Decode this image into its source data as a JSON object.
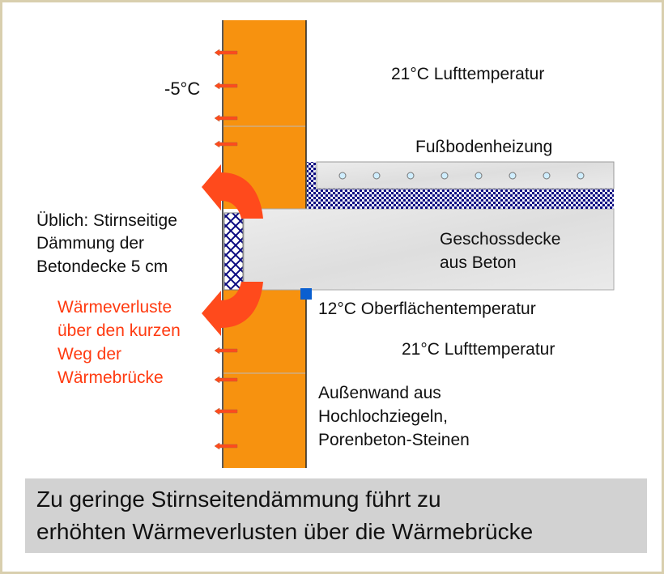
{
  "labels": {
    "outside_temp": "-5°C",
    "inside_air_temp_top": "21°C Lufttemperatur",
    "floor_heating": "Fußbodenheizung",
    "insulation_note": [
      "Üblich: Stirnseitige",
      "Dämmung der",
      "Betondecke 5 cm"
    ],
    "slab": [
      "Geschossdecke",
      "aus Beton"
    ],
    "surface_temp": "12°C Oberflächentemperatur",
    "heat_loss": [
      "Wärmeverluste",
      "über den kurzen",
      "Weg der",
      "Wärmebrücke"
    ],
    "inside_air_temp_bottom": "21°C Lufttemperatur",
    "wall": [
      "Außenwand aus",
      "Hochlochziegeln,",
      "Porenbeton-Steinen"
    ]
  },
  "caption": [
    "Zu geringe Stirnseitendämmung führt zu",
    "erhöhten Wärmeverlusten über die Wärmebrücke"
  ],
  "colors": {
    "wall": "#f7920f",
    "arrow": "#ff4a1c",
    "insulation": "#0a0a80",
    "slab": "#e6e6e6",
    "heat_loss_text": "#ff3a10",
    "surface_marker": "#0a5fd0",
    "caption_bg": "#d2d2d2"
  }
}
